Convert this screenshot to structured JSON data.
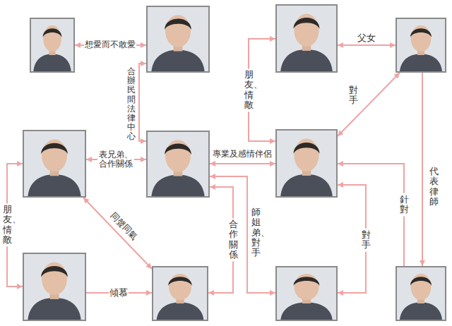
{
  "diagram": {
    "nodes": [
      {
        "text": []
      },
      {
        "text": []
      },
      {
        "text": []
      },
      {
        "text": []
      },
      {
        "text": []
      },
      {
        "text": []
      },
      {
        "text": []
      },
      {
        "text": []
      },
      {
        "text": []
      },
      {
        "text": []
      },
      {
        "text": []
      }
    ],
    "edges": [
      {
        "from": 0,
        "to": 1,
        "label": "想愛而不敢愛",
        "arrow": "both"
      },
      {
        "from": 1,
        "to": 5,
        "label": "合辦民間法律中心",
        "arrow": "both"
      },
      {
        "from": 2,
        "to": 3,
        "label": "父女",
        "arrow": "both"
      },
      {
        "from": 2,
        "to": 6,
        "label": "朋友、情敵",
        "arrow": "both"
      },
      {
        "from": 3,
        "to": 6,
        "label": "對手",
        "arrow": "both"
      },
      {
        "from": 3,
        "to": 10,
        "label": "代表律師",
        "arrow": "to"
      },
      {
        "from": 10,
        "to": 6,
        "label": "針對",
        "arrow": "to"
      },
      {
        "from": 6,
        "to": 9,
        "label": "對手",
        "arrow": "both"
      },
      {
        "from": 5,
        "to": 6,
        "label": "專業及感情伴侶",
        "arrow": "both"
      },
      {
        "from": 4,
        "to": 5,
        "label": "表兄弟、合作關係",
        "arrow": "both"
      },
      {
        "from": 4,
        "to": 7,
        "label": "朋友、情敵",
        "arrow": "both"
      },
      {
        "from": 7,
        "to": 8,
        "label": "傾慕",
        "arrow": "to"
      },
      {
        "from": 4,
        "to": 8,
        "label": "同聲同氣",
        "arrow": "both"
      },
      {
        "from": 5,
        "to": 8,
        "label": "合作關係",
        "arrow": "both"
      },
      {
        "from": 5,
        "to": 9,
        "label": "師姐弟、對手",
        "arrow": "both"
      }
    ]
  }
}
